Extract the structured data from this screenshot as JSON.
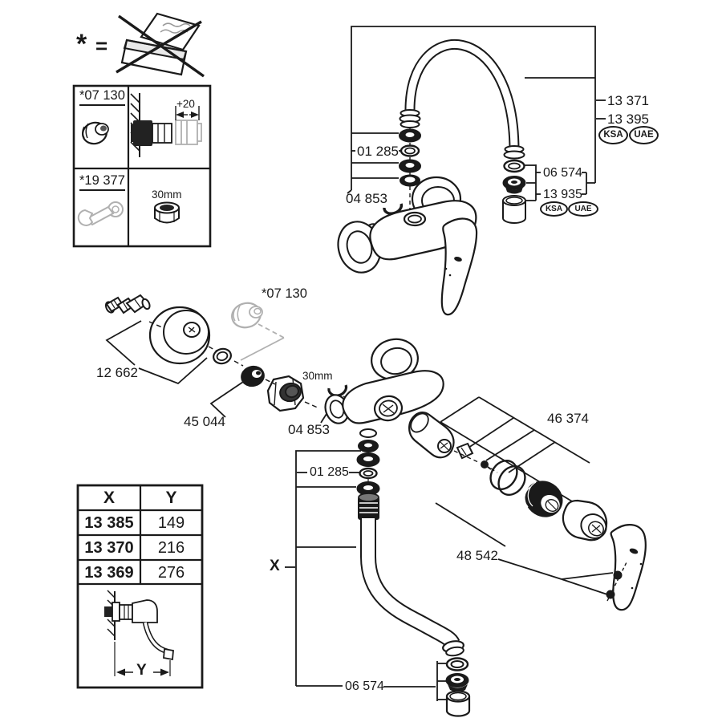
{
  "colors": {
    "line": "#1a1a1a",
    "ghost": "#b0b0b0"
  },
  "legend": {
    "asterisk": "*",
    "equals": "="
  },
  "info_box": {
    "part1": "*07 130",
    "dim1": "+20",
    "part2": "*19 377",
    "size2": "30mm"
  },
  "top_assembly": {
    "seal_kit": "01 285",
    "clip": "04 853",
    "spout": "13 371",
    "spout_regional": "13 395",
    "aerator": "06 574",
    "aerator_regional": "13 935",
    "badge_ksa": "KSA",
    "badge_uae": "UAE"
  },
  "middle_assembly": {
    "extension": "*07 130",
    "union_set": "12 662",
    "connection_set": "45 044",
    "nut_size": "30mm",
    "clip": "04 853",
    "cartridge_assembly": "46 374",
    "seal_kit": "01 285",
    "handle_assembly": "48 542",
    "x_label": "X",
    "aerator": "06 574"
  },
  "table": {
    "col_x": "X",
    "col_y": "Y",
    "rows": [
      {
        "x": "13 385",
        "y": "149"
      },
      {
        "x": "13 370",
        "y": "216"
      },
      {
        "x": "13 369",
        "y": "276"
      }
    ]
  },
  "wall_diagram": {
    "y_label": "Y"
  }
}
